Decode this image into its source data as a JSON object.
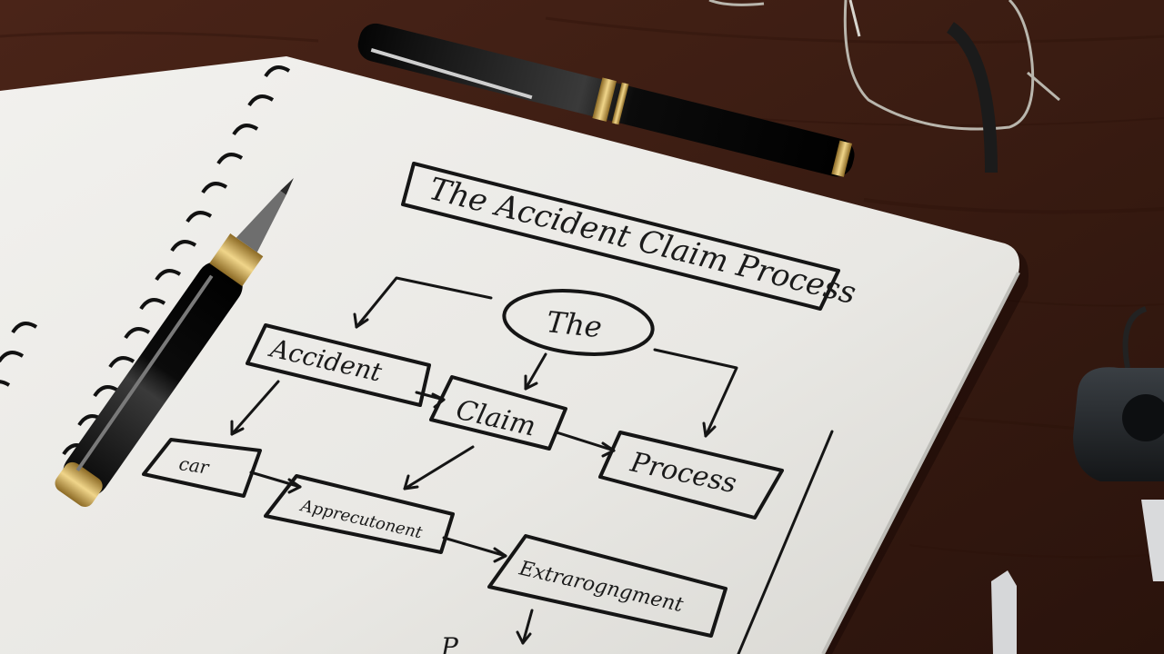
{
  "notepad": {
    "title": "The Accident Claim Process",
    "nodes": {
      "the": "The",
      "accident": "Accident",
      "claim": "Claim",
      "process": "Process",
      "car": "car",
      "appointment": "Apprecutonent",
      "arrangement": "Extrarogngment",
      "bottom": "P"
    }
  },
  "colors": {
    "desk": "#3a1d14",
    "paper": "#ecebe7",
    "ink": "#1a1a1a",
    "gold": "#c9a14a"
  },
  "icons": [
    "fountain-pen-icon",
    "closed-pen-icon",
    "eyeglasses-icon",
    "car-key-icon",
    "spiral-binding-icon"
  ]
}
